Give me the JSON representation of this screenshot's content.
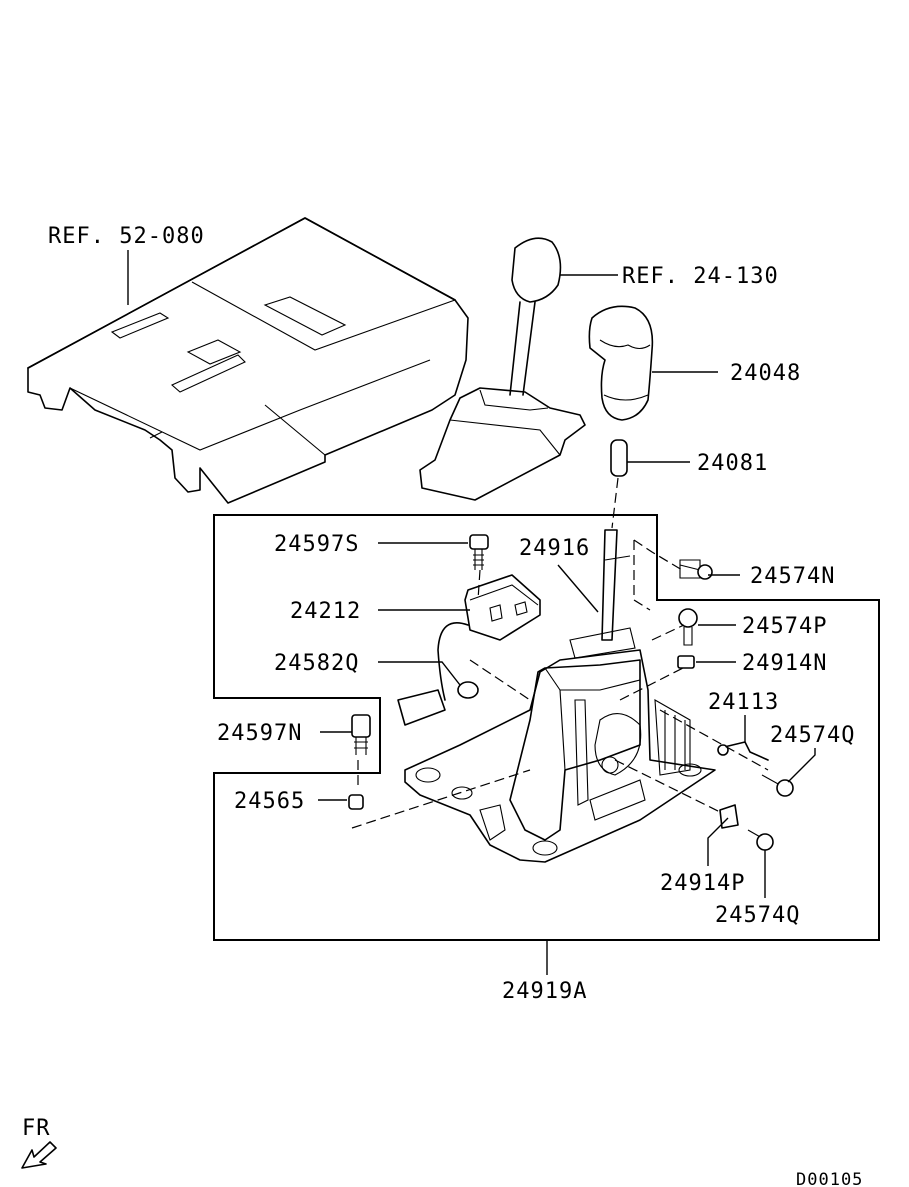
{
  "labels": {
    "ref_52_080": "REF. 52-080",
    "ref_24_130": "REF. 24-130",
    "p24048": "24048",
    "p24081": "24081",
    "p24597S": "24597S",
    "p24916": "24916",
    "p24574N": "24574N",
    "p24212": "24212",
    "p24574P": "24574P",
    "p24582Q": "24582Q",
    "p24914N": "24914N",
    "p24113": "24113",
    "p24597N": "24597N",
    "p24574Q_upper": "24574Q",
    "p24565": "24565",
    "p24914P": "24914P",
    "p24574Q_lower": "24574Q",
    "p24919A": "24919A",
    "fr": "FR",
    "code": "D00105"
  }
}
